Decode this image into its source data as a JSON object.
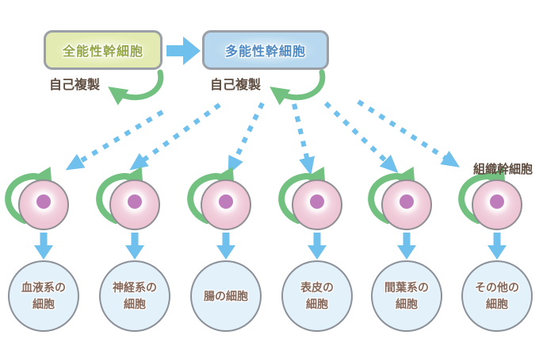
{
  "palette": {
    "blue_arrow": "#6fc0ec",
    "green_arrow": "#72c180",
    "box1_text": "#93a647",
    "box2_text": "#4d89c3",
    "label_text": "#5d4b3e",
    "nucleus": "#bf7cbb",
    "circle_fill": "#e3f1fa",
    "circle_text": "#86685a"
  },
  "top": {
    "box1_label": "全能性幹細胞",
    "box2_label": "多能性幹細胞",
    "self_renewal_left": "自己複製",
    "self_renewal_right": "自己複製"
  },
  "right_label": "組織幹細胞",
  "cells": [
    {
      "line1": "血液系の",
      "line2": "細胞"
    },
    {
      "line1": "神経系の",
      "line2": "細胞"
    },
    {
      "line1": "腸の細胞",
      "line2": ""
    },
    {
      "line1": "表皮の",
      "line2": "細胞"
    },
    {
      "line1": "間葉系の",
      "line2": "細胞"
    },
    {
      "line1": "その他の",
      "line2": "細胞"
    }
  ]
}
